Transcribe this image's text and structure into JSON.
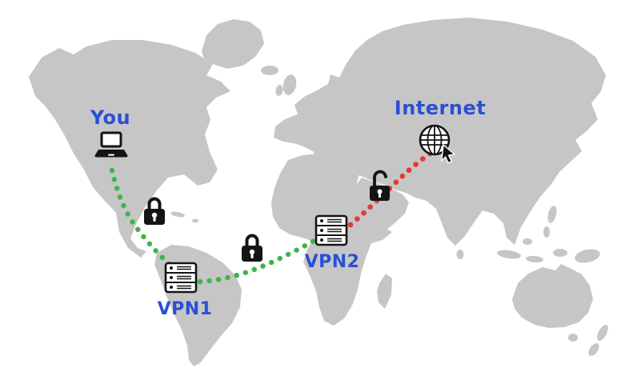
{
  "diagram": {
    "type": "double-vpn-route-world-map",
    "nodes": [
      {
        "id": "you",
        "label": "You",
        "icon": "laptop-icon"
      },
      {
        "id": "vpn1",
        "label": "VPN1",
        "icon": "server-icon"
      },
      {
        "id": "vpn2",
        "label": "VPN2",
        "icon": "server-icon"
      },
      {
        "id": "internet",
        "label": "Internet",
        "icon": "globe-cursor-icon"
      }
    ],
    "connections": [
      {
        "from": "You",
        "to": "VPN1",
        "encrypted": true,
        "lock_icon": "closed-lock-icon",
        "color": "#3cb54c"
      },
      {
        "from": "VPN1",
        "to": "VPN2",
        "encrypted": true,
        "lock_icon": "closed-lock-icon",
        "color": "#3cb54c"
      },
      {
        "from": "VPN2",
        "to": "Internet",
        "encrypted": false,
        "lock_icon": "open-lock-icon",
        "color": "#e03a3a"
      }
    ]
  },
  "colors": {
    "background": "#ffffff",
    "map": "#c6c6c6",
    "label": "#2b4fd4",
    "encrypted": "#3cb54c",
    "unencrypted": "#e03a3a",
    "icon": "#141414"
  }
}
